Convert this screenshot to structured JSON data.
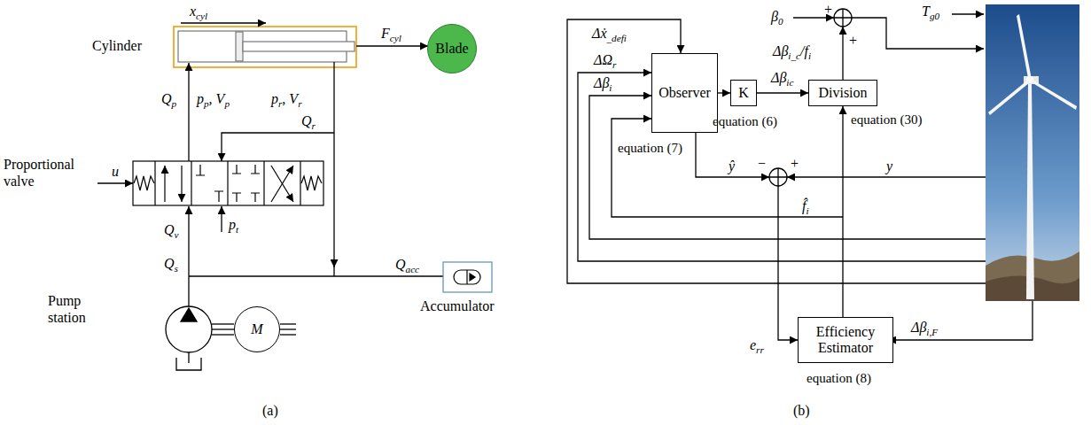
{
  "diagram": {
    "nodes": [
      {
        "text": [
          "Blade"
        ]
      },
      {
        "text": [
          "M"
        ]
      },
      {
        "text": [
          "Observer"
        ]
      },
      {
        "text": [
          "K"
        ]
      },
      {
        "text": [
          "Division"
        ]
      },
      {
        "text": [
          "Efficiency Estimator"
        ]
      }
    ],
    "edges": [
      {
        "from": 2,
        "to": 3,
        "arrow": "to"
      },
      {
        "from": 3,
        "to": 4,
        "label": "Δβ",
        "arrow": "to"
      },
      {
        "from": 5,
        "to": 4,
        "arrow": "to"
      }
    ],
    "labels": [
      "x",
      "cyl",
      "Cylinder",
      "F",
      "cyl",
      "Q",
      "p",
      "p",
      "p",
      ", V",
      "p",
      "p",
      "r",
      ", V",
      "r",
      "Q",
      "r",
      "Proportional valve",
      "u",
      "p",
      "t",
      "Q",
      "v",
      "Q",
      "s",
      "Q",
      "acc",
      "Accumulator",
      "Pump station",
      "(a)",
      "β",
      "0",
      "+",
      "T",
      "g0",
      "Δẋ",
      "_defi",
      "ΔΩ",
      "r",
      "Δβ",
      "i",
      "equation (6)",
      "equation (30)",
      "Δβ",
      "i_c",
      "/f",
      "i",
      "+",
      "equation (7)",
      "ŷ",
      "−",
      "+",
      "y",
      "f̂",
      "i",
      "e",
      "rr",
      "Δβ",
      "i,F",
      "equation (8)",
      "(b)",
      "ic"
    ]
  }
}
